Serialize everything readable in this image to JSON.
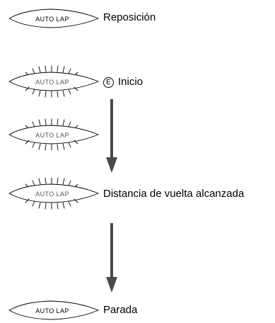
{
  "button_label": "AUTO LAP",
  "steps": [
    {
      "label": "Reposición",
      "flashing": false
    },
    {
      "label": "Inicio",
      "badge": "E",
      "flashing": true
    },
    {
      "label": "",
      "flashing": true
    },
    {
      "label": "Distancia de vuelta alcanzada",
      "flashing": true
    },
    {
      "label": "Parada",
      "flashing": false
    }
  ]
}
